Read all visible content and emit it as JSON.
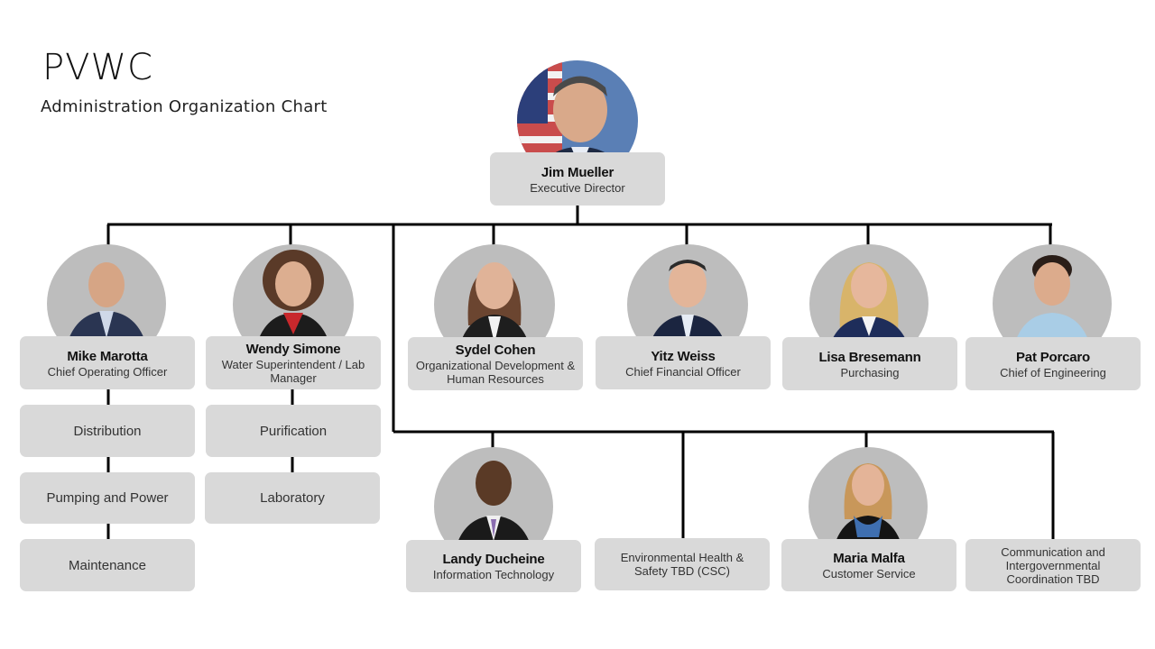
{
  "title": "PVWC",
  "subtitle": "Administration Organization Chart",
  "colors": {
    "card_bg": "#d9d9d9",
    "line": "#000000",
    "photo_bg": "#bdbdbd",
    "director_photo_bg": "#5a7fb5"
  },
  "director": {
    "name": "Jim Mueller",
    "role": "Executive Director"
  },
  "staff": [
    {
      "name": "Mike Marotta",
      "role": "Chief Operating Officer"
    },
    {
      "name": "Wendy Simone",
      "role": "Water Superintendent / Lab Manager"
    },
    {
      "name": "Sydel Cohen",
      "role": "Organizational Development & Human Resources"
    },
    {
      "name": "Yitz Weiss",
      "role": "Chief Financial Officer"
    },
    {
      "name": "Lisa Bresemann",
      "role": "Purchasing"
    },
    {
      "name": "Pat Porcaro",
      "role": "Chief of Engineering"
    }
  ],
  "coo_units": [
    "Distribution",
    "Pumping and Power",
    "Maintenance"
  ],
  "lab_units": [
    "Purification",
    "Laboratory"
  ],
  "lower": [
    {
      "name": "Landy Ducheine",
      "role": "Information Technology"
    },
    {
      "name": "",
      "role": "Environmental Health & Safety TBD (CSC)"
    },
    {
      "name": "Maria Malfa",
      "role": "Customer Service"
    },
    {
      "name": "",
      "role": "Communication and Intergovernmental Coordination TBD"
    }
  ]
}
